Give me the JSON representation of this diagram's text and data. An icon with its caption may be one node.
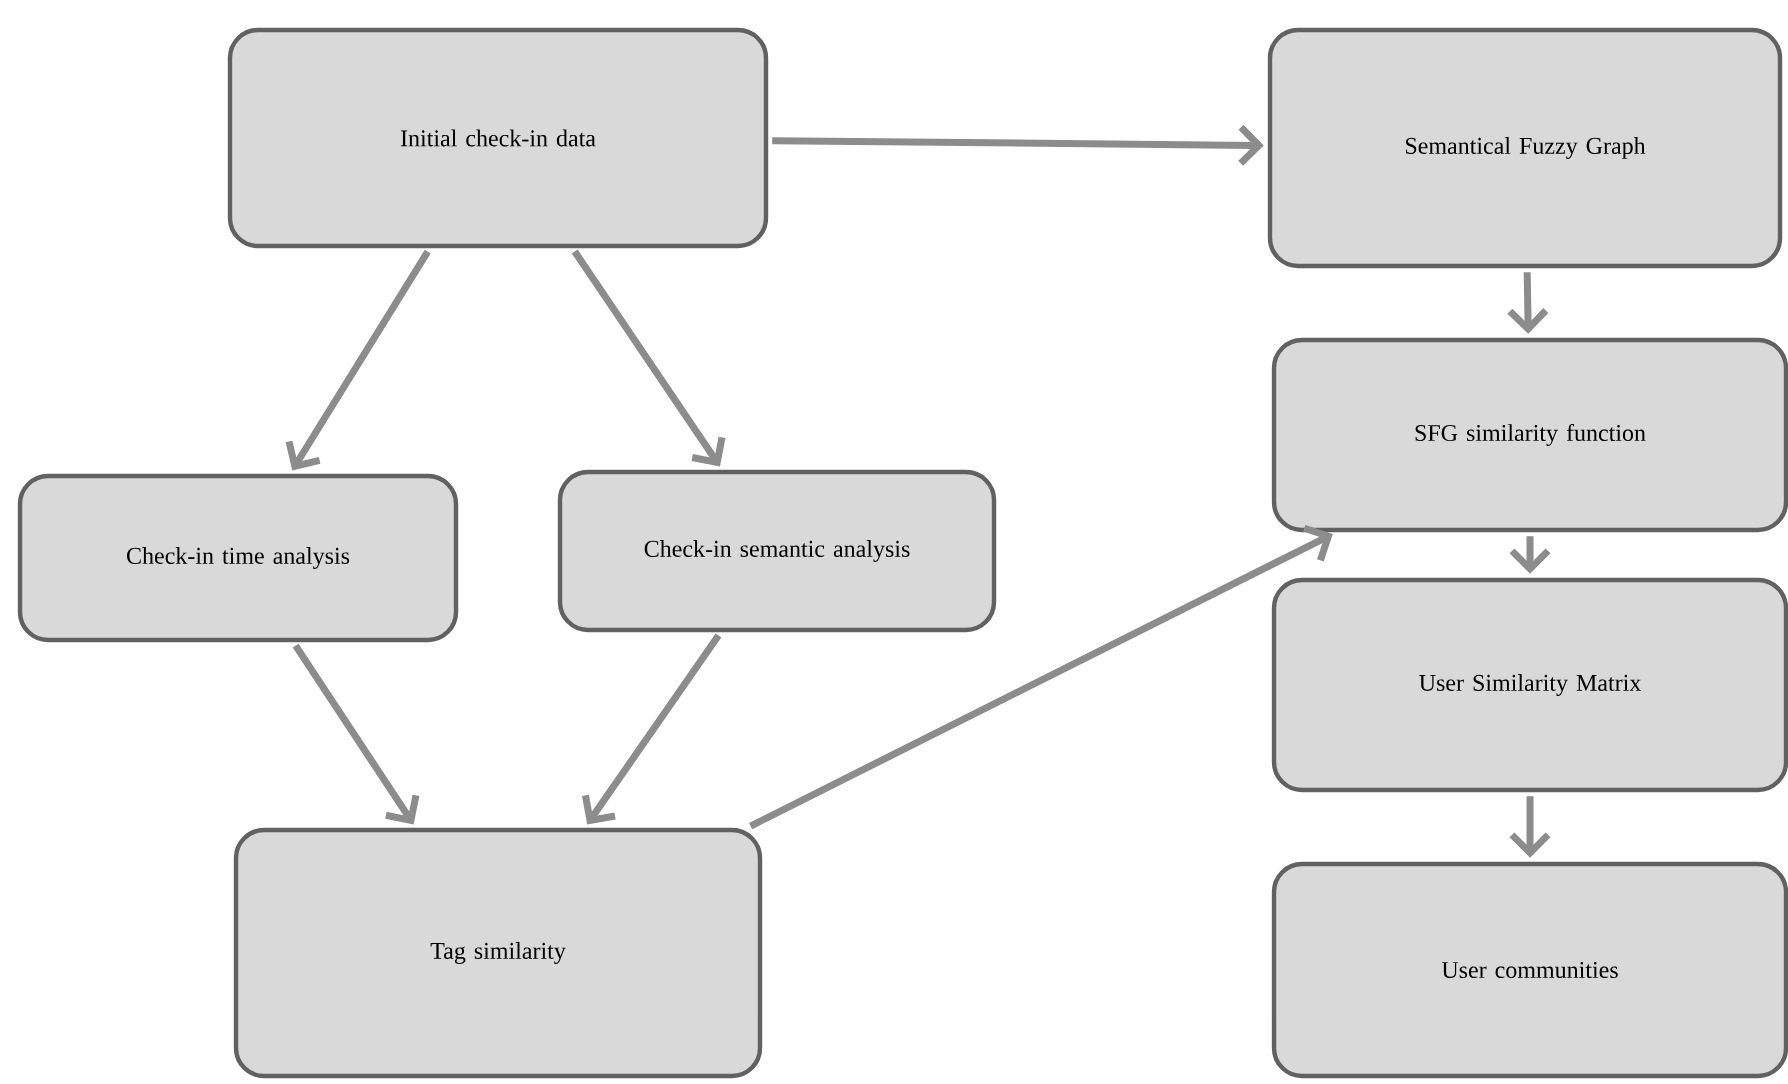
{
  "diagram": {
    "nodes": [
      {
        "text": [
          "Initial check-in data"
        ]
      },
      {
        "text": [
          "Semantical Fuzzy Graph"
        ]
      },
      {
        "text": [
          "Check-in time analysis"
        ]
      },
      {
        "text": [
          "Check-in semantic analysis"
        ]
      },
      {
        "text": [
          "Tag similarity"
        ]
      },
      {
        "text": [
          "SFG similarity function"
        ]
      },
      {
        "text": [
          "User Similarity Matrix"
        ]
      },
      {
        "text": [
          "User communities"
        ]
      }
    ],
    "edges": [
      {
        "from": 0,
        "to": 1,
        "arrow": "to"
      },
      {
        "from": 0,
        "to": 2,
        "arrow": "to"
      },
      {
        "from": 0,
        "to": 3,
        "arrow": "to"
      },
      {
        "from": 2,
        "to": 4,
        "arrow": "to"
      },
      {
        "from": 3,
        "to": 4,
        "arrow": "to"
      },
      {
        "from": 4,
        "to": 5,
        "arrow": "to"
      },
      {
        "from": 1,
        "to": 5,
        "arrow": "to"
      },
      {
        "from": 5,
        "to": 6,
        "arrow": "to"
      },
      {
        "from": 6,
        "to": 7,
        "arrow": "to"
      }
    ]
  }
}
